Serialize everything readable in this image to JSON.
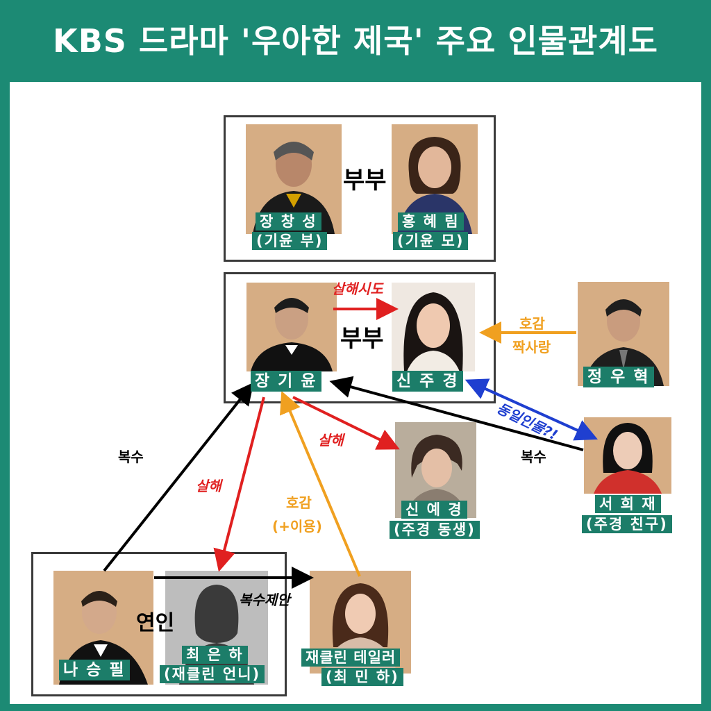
{
  "title": "KBS 드라마 '우아한 제국' 주요 인물관계도",
  "people": {
    "jang_changsung": {
      "name": "장 창 성",
      "role": "(기윤 부)"
    },
    "hong_hyerim": {
      "name": "홍 혜 림",
      "role": "(기윤 모)"
    },
    "jang_giyun": {
      "name": "장 기 윤"
    },
    "shin_jugyeong": {
      "name": "신 주 경"
    },
    "jeong_uhyeok": {
      "name": "정 우 혁"
    },
    "shin_yegyeong": {
      "name": "신 예 경",
      "role": "(주경 동생)"
    },
    "seo_huijae": {
      "name": "서 희 재",
      "role": "(주경 친구)"
    },
    "na_seungpil": {
      "name": "나 승 필"
    },
    "choi_eunha": {
      "name": "최 은 하",
      "role": "(재클린 언니)"
    },
    "jacqueline": {
      "name": "재클린 테일러",
      "role": "(최 민 하)"
    }
  },
  "relations": {
    "parents_couple": "부부",
    "main_couple": "부부",
    "lovers": "연인",
    "attempted_murder": "살해시도",
    "crush_line1": "호감",
    "crush_line2": "짝사랑",
    "same_person": "동일인물?!",
    "revenge_left": "복수",
    "revenge_right": "복수",
    "murder_left": "살해",
    "murder_right": "살해",
    "favor_line1": "호감",
    "favor_line2": "(+이용)",
    "revenge_offer": "복수제안"
  },
  "colors": {
    "header": "#1c8a74",
    "label_bg": "#1c7d69",
    "murder": "#e02020",
    "favor": "#f0a020",
    "same_person": "#1f3fd0",
    "revenge": "#000000"
  }
}
